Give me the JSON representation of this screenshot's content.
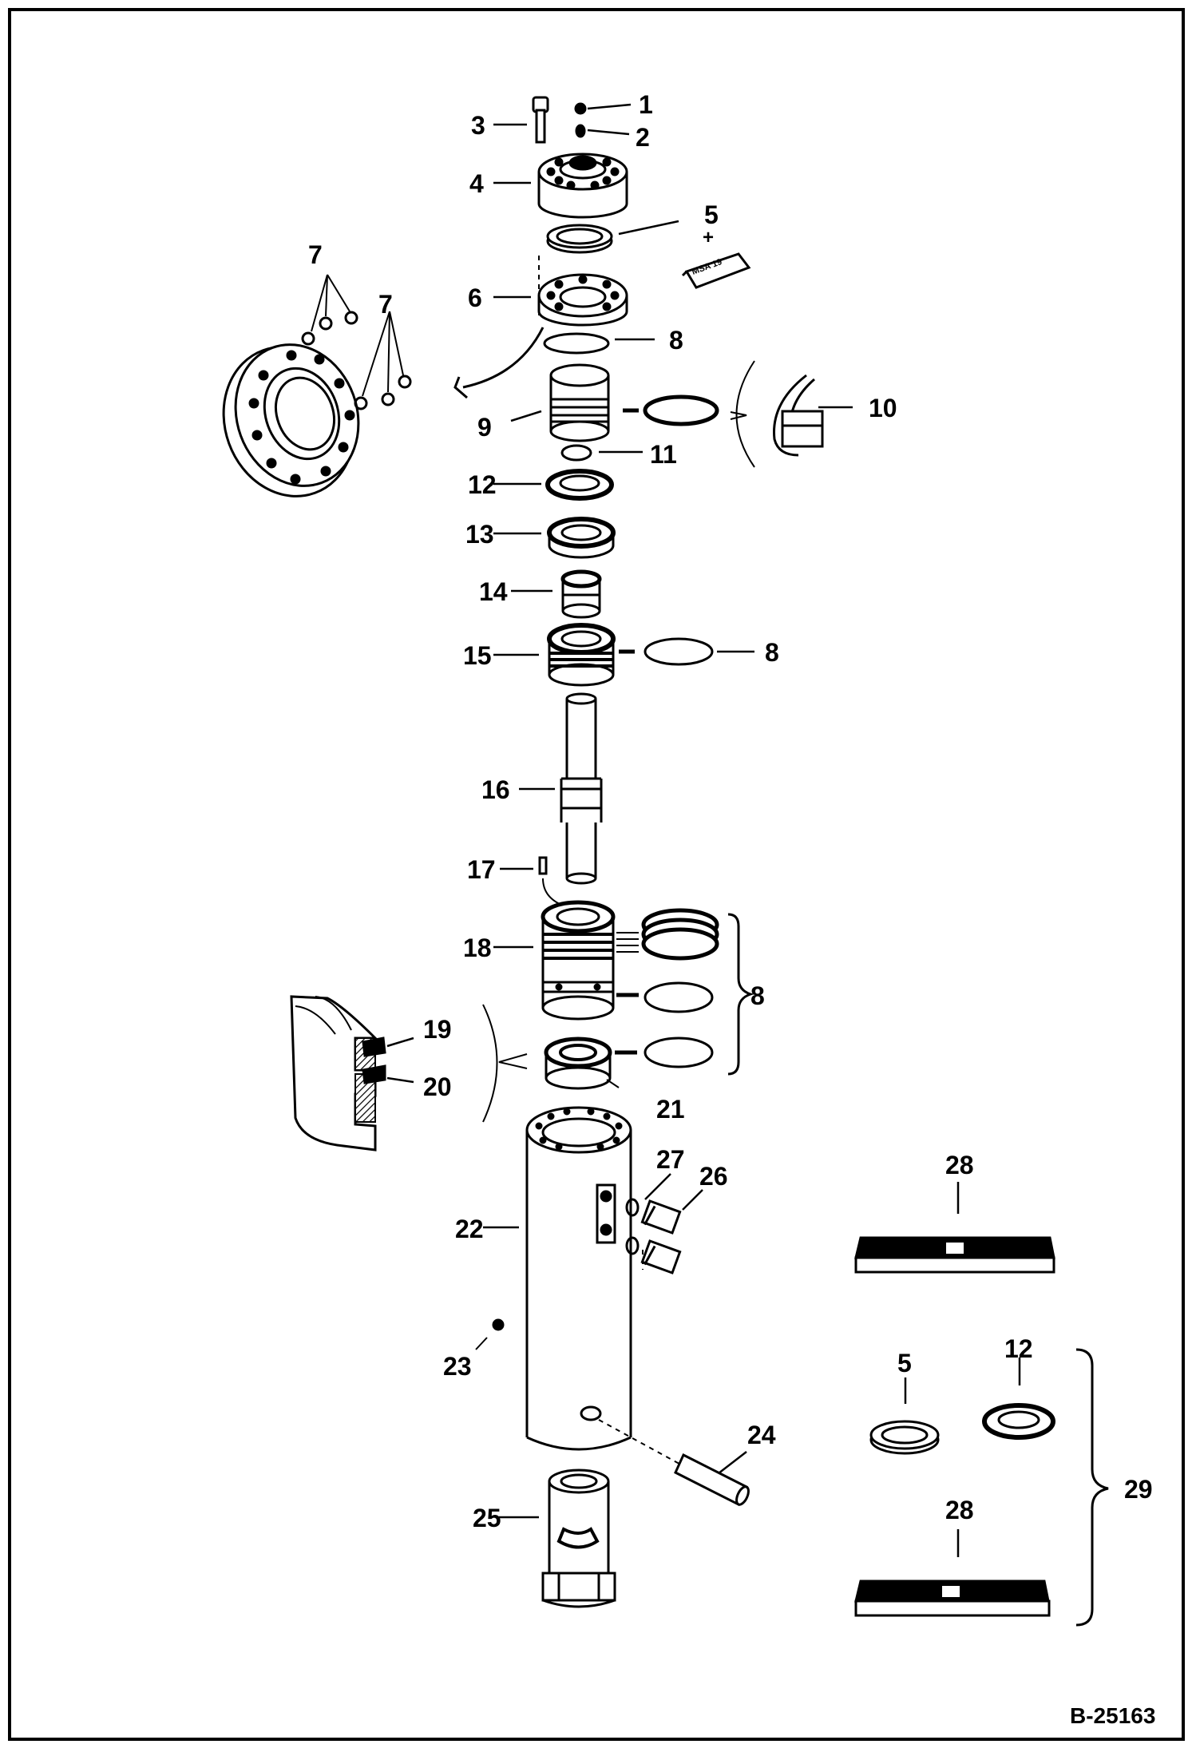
{
  "figure_id": "B-25163",
  "tube_text": "MSA 19",
  "plus_sign": "+",
  "callouts": [
    {
      "id": "c1",
      "text": "1"
    },
    {
      "id": "c2",
      "text": "2"
    },
    {
      "id": "c3",
      "text": "3"
    },
    {
      "id": "c4",
      "text": "4"
    },
    {
      "id": "c5",
      "text": "5"
    },
    {
      "id": "c6",
      "text": "6"
    },
    {
      "id": "c7a",
      "text": "7"
    },
    {
      "id": "c7b",
      "text": "7"
    },
    {
      "id": "c8a",
      "text": "8"
    },
    {
      "id": "c8b",
      "text": "8"
    },
    {
      "id": "c8c",
      "text": "8"
    },
    {
      "id": "c9",
      "text": "9"
    },
    {
      "id": "c10",
      "text": "10"
    },
    {
      "id": "c11",
      "text": "11"
    },
    {
      "id": "c12",
      "text": "12"
    },
    {
      "id": "c13",
      "text": "13"
    },
    {
      "id": "c14",
      "text": "14"
    },
    {
      "id": "c15",
      "text": "15"
    },
    {
      "id": "c16",
      "text": "16"
    },
    {
      "id": "c17",
      "text": "17"
    },
    {
      "id": "c18",
      "text": "18"
    },
    {
      "id": "c19",
      "text": "19"
    },
    {
      "id": "c20",
      "text": "20"
    },
    {
      "id": "c21",
      "text": "21"
    },
    {
      "id": "c22",
      "text": "22"
    },
    {
      "id": "c23",
      "text": "23"
    },
    {
      "id": "c24",
      "text": "24"
    },
    {
      "id": "c25",
      "text": "25"
    },
    {
      "id": "c26",
      "text": "26"
    },
    {
      "id": "c27",
      "text": "27"
    },
    {
      "id": "c28a",
      "text": "28"
    },
    {
      "id": "c5b",
      "text": "5"
    },
    {
      "id": "c12b",
      "text": "12"
    },
    {
      "id": "c28b",
      "text": "28"
    },
    {
      "id": "c29",
      "text": "29"
    }
  ]
}
